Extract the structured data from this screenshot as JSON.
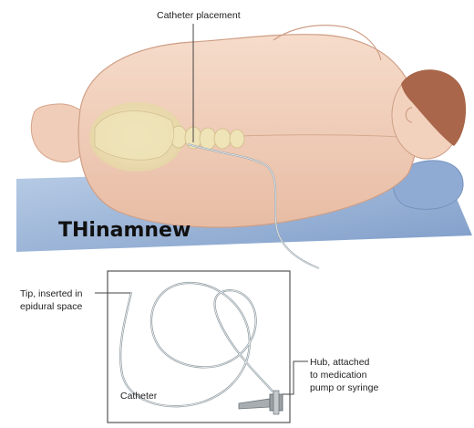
{
  "labels": {
    "catheter_placement": "Catheter placement",
    "tip_line1": "Tip, inserted in",
    "tip_line2": "epidural space",
    "catheter": "Catheter",
    "hub_line1": "Hub, attached",
    "hub_line2": "to medication",
    "hub_line3": "pump or syringe"
  },
  "watermark": "THinamnew"
}
